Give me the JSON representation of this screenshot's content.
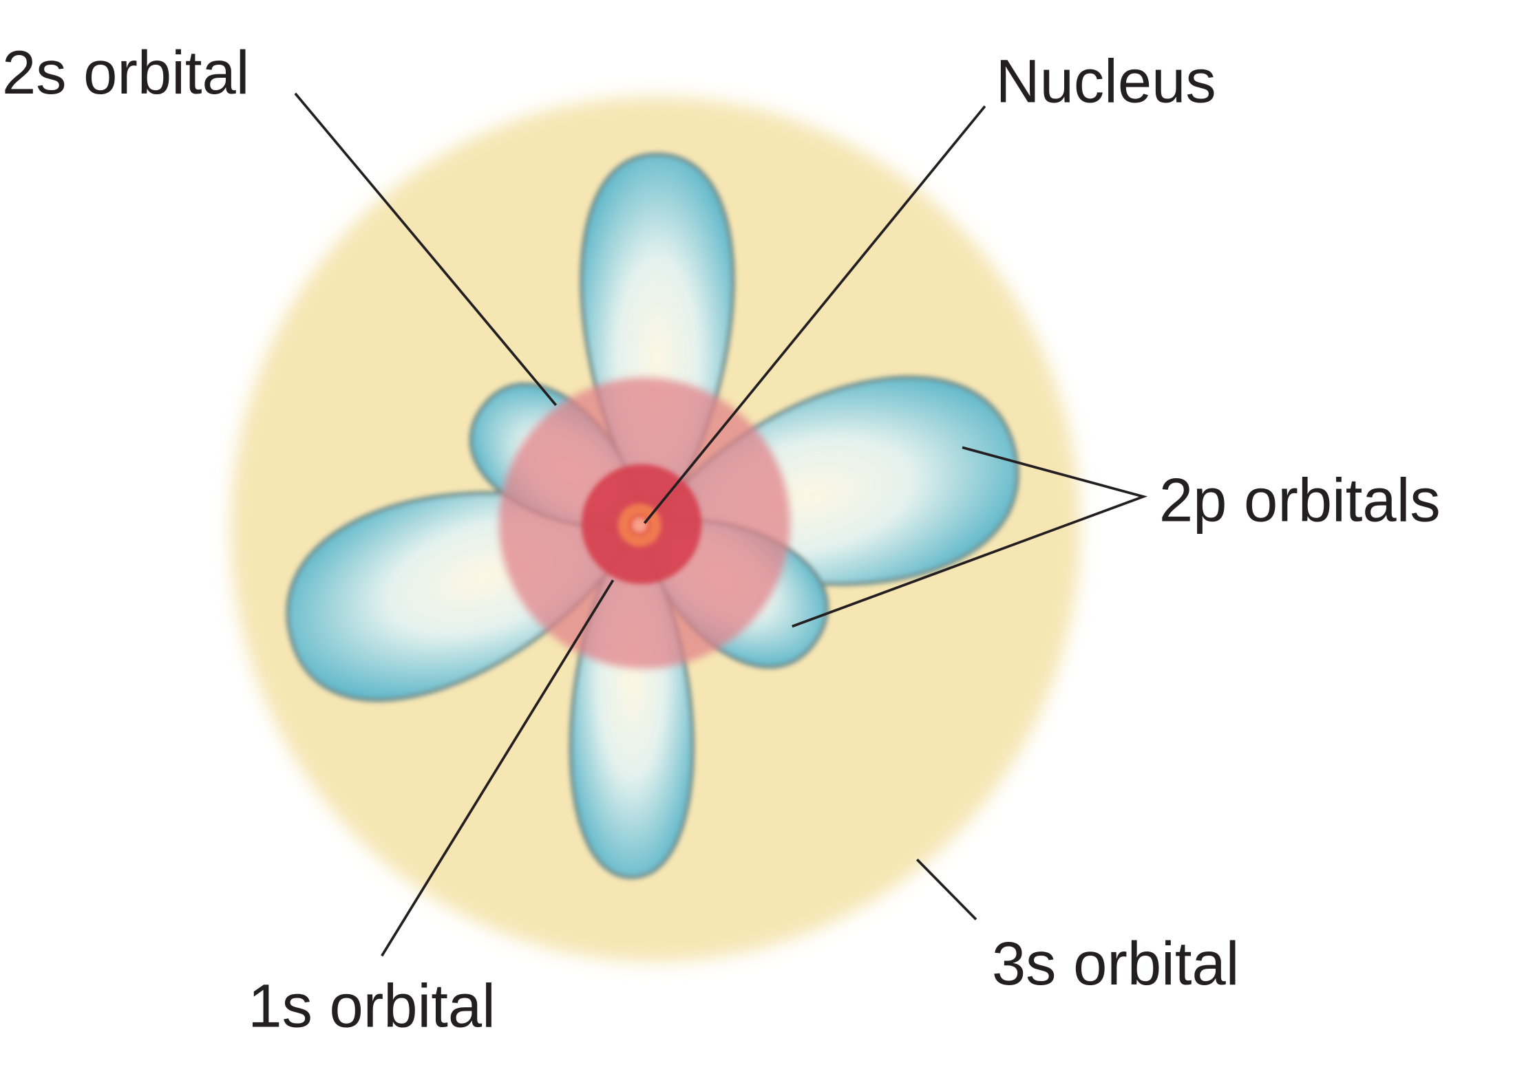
{
  "labels": {
    "orbital_2s": "2s orbital",
    "nucleus": "Nucleus",
    "orbitals_2p": "2p orbitals",
    "orbital_3s": "3s orbital",
    "orbital_1s": "1s orbital"
  },
  "colors": {
    "orbital_3s": "#f6e6b4",
    "orbital_2s": "#e07f86",
    "orbital_1s": "#d63e4c",
    "nucleus": "#f07a50",
    "p_lobe_edge": "#5cb6c9",
    "p_lobe_center": "#fdf7e4",
    "text": "#231f20"
  }
}
